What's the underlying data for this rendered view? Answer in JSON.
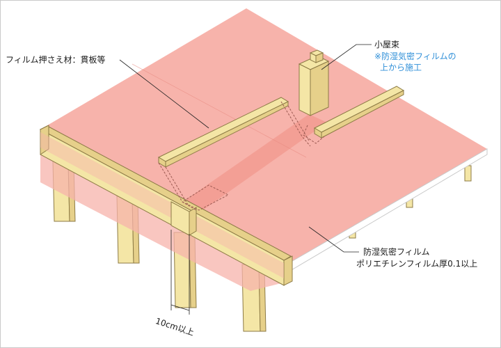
{
  "labels": {
    "film_holder": "フィルム押さえ材：貫板等",
    "small_strut": "小屋束",
    "strut_note_line1": "※防湿気密フィルムの",
    "strut_note_line2": "上から施工",
    "film_line1": "防湿気密フィルム",
    "film_line2": "ポリエチレンフィルム厚0.1以上",
    "overlap": "10cm以上"
  },
  "colors": {
    "film": "#f7b3ab",
    "film_dark": "#f19a90",
    "wood": "#f4e6a6",
    "wood_dark": "#e6d08a",
    "wood_edge": "#8c7a45",
    "note": "#2f8fd8"
  }
}
